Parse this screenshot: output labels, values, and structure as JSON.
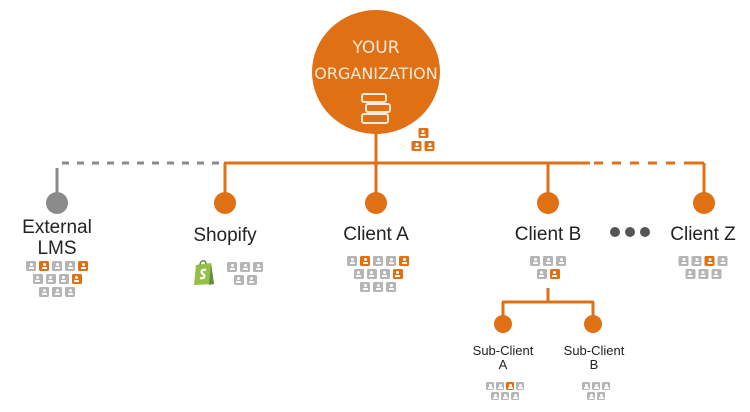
{
  "root": {
    "line1": "YOUR",
    "line2": "ORGANIZATION",
    "users": [
      "o",
      "oo"
    ]
  },
  "colors": {
    "accent": "#e07014",
    "inactive": "#8a8a8a",
    "user_default": "#b5b5b5"
  },
  "nodes": {
    "external_lms": {
      "label": "External",
      "label2": "LMS",
      "status": "inactive",
      "users": [
        "goggo",
        "gggo",
        "ggg"
      ]
    },
    "shopify": {
      "label": "Shopify",
      "logo": "shopify-bag-icon",
      "users": [
        "ggg",
        "gg"
      ]
    },
    "client_a": {
      "label": "Client A",
      "users": [
        "goggo",
        "gggo",
        "ggg"
      ]
    },
    "client_b": {
      "label": "Client B",
      "users": [
        "ggg",
        "go"
      ]
    },
    "client_z": {
      "label": "Client Z",
      "users": [
        "ggog",
        "ggg"
      ]
    },
    "sub_client_a": {
      "label": "Sub-Client",
      "label2": "A",
      "users": [
        "ggog",
        "ggg"
      ]
    },
    "sub_client_b": {
      "label": "Sub-Client",
      "label2": "B",
      "users": [
        "ggg",
        "gg"
      ]
    }
  },
  "ellipsis": "more-clients"
}
